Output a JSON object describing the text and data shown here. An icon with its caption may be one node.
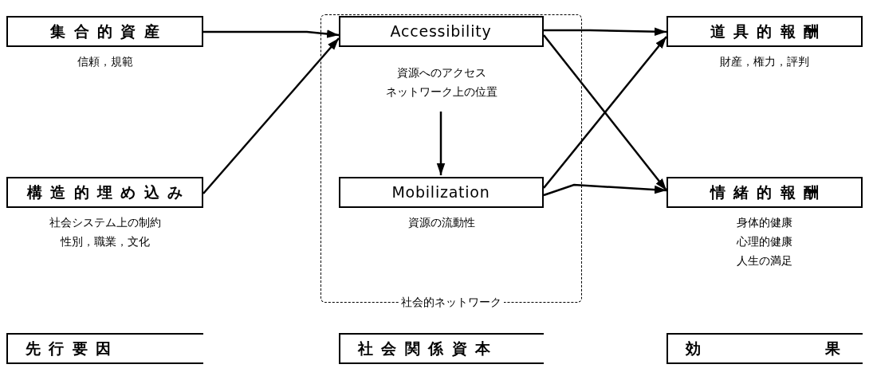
{
  "diagram": {
    "nodes": [
      {
        "text": [
          "集合的資産"
        ],
        "beside": [
          "信頼，規範"
        ]
      },
      {
        "text": [
          "構造的埋め込み"
        ],
        "beside": [
          "社会システム上の制約",
          "性別，職業，文化"
        ]
      },
      {
        "text": [
          "社会的ネットワーク"
        ]
      },
      {
        "text": [
          "Accessibility"
        ],
        "in": 2,
        "beside": [
          "資源へのアクセス",
          "ネットワーク上の位置"
        ]
      },
      {
        "text": [
          "Mobilization"
        ],
        "in": 2,
        "beside": [
          "資源の流動性"
        ]
      },
      {
        "text": [
          "道具的報酬"
        ],
        "beside": [
          "財産，権力，評判"
        ]
      },
      {
        "text": [
          "情緒的報酬"
        ],
        "beside": [
          "身体的健康",
          "心理的健康",
          "人生の満足"
        ]
      },
      {
        "text": [
          "先行要因"
        ]
      },
      {
        "text": [
          "社会関係資本"
        ]
      },
      {
        "text": [
          "効果"
        ]
      }
    ],
    "edges": [
      {
        "from": 0,
        "to": 3,
        "arrow": "to"
      },
      {
        "from": 1,
        "to": 3,
        "arrow": "to"
      },
      {
        "from": 3,
        "to": 4,
        "arrow": "to"
      },
      {
        "from": 3,
        "to": 5,
        "arrow": "to"
      },
      {
        "from": 3,
        "to": 6,
        "arrow": "to"
      },
      {
        "from": 4,
        "to": 5,
        "arrow": "to"
      },
      {
        "from": 4,
        "to": 6,
        "arrow": "to"
      }
    ]
  }
}
